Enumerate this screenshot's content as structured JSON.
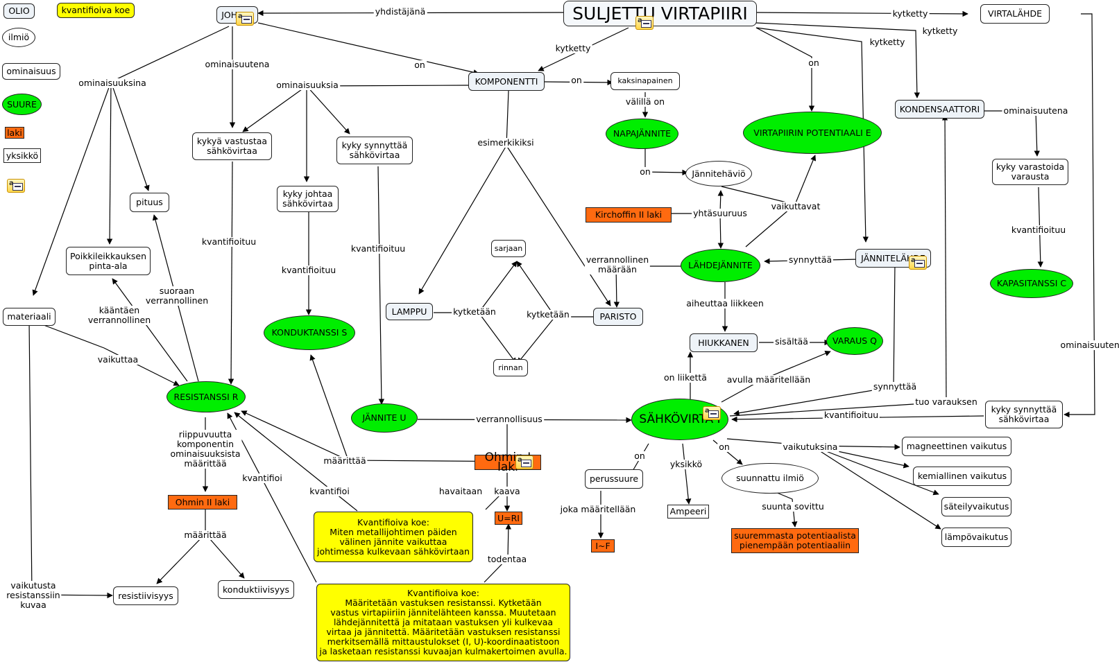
{
  "legend": {
    "olio": "OLIO",
    "ilmio": "ilmiö",
    "ominaisuus": "ominaisuus",
    "suure": "SUURE",
    "laki": "laki",
    "yksikko": "yksikkö",
    "koe": "kvantifioiva koe",
    "icon": "note-icon"
  },
  "colors": {
    "suure": "#00ee00",
    "laki": "#ff6a10",
    "koe": "#ffff00",
    "olio": "#eef3f8"
  },
  "nodes": {
    "suljettu_virtapiiri": "SULJETTU VIRTAPIIRI",
    "johdin": "JOHDIN",
    "komponentti": "KOMPONENTTI",
    "virtalahde": "VIRTALÄHDE",
    "kaksinapainen": "kaksinapainen",
    "napajannite": "NAPAJÄNNITE",
    "virtapiirin_potentiaali": "VIRTAPIIRIN POTENTIAALI E",
    "kondensaattori": "KONDENSAATTORI",
    "kyky_varastoida": "kyky varastoida\nvarausta",
    "kapasitanssi": "KAPASITANSSI C",
    "kyky_vastustaa": "kykyä vastustaa\nsähkövirtaa",
    "kyky_synnyttaa_1": "kyky synnyttää\nsähkövirtaa",
    "kyky_johtaa": "kyky johtaa\nsähkövirtaa",
    "pituus": "pituus",
    "poikkileikkaus": "Poikkileikkauksen\npinta-ala",
    "materiaali": "materiaali",
    "jannitehavio": "Jännitehäviö",
    "kirchhoff": "Kirchoffin II laki",
    "sarjaan": "sarjaan",
    "lamppu": "LAMPPU",
    "paristo": "PARISTO",
    "rinnan": "rinnan",
    "lahdejannite": "LÄHDEJÄNNITE",
    "jannitelahde": "JÄNNITELÄHDE",
    "konduktanssi": "KONDUKTANSSI S",
    "hiukkanen": "HIUKKANEN",
    "varaus": "VARAUS Q",
    "resistanssi": "RESISTANSSI R",
    "jannite": "JÄNNITE U",
    "sahkovirta": "SÄHKÖVIRTA I",
    "kyky_synnyttaa_2": "kyky synnyttää\nsähkövirtaa",
    "ohmin_i": "Ohmin I laki",
    "ohmin_ii": "Ohmin II laki",
    "uri": "U=RI",
    "perussuure": "perussuure",
    "ampeeri": "Ampeeri",
    "suunnattu": "suunnattu ilmiö",
    "suunta_teksti": "suuremmasta potentiaalista\npienempään potentiaaliin",
    "i_f": "I~F",
    "magneettinen": "magneettinen vaikutus",
    "kemiallinen": "kemiallinen vaikutus",
    "sateily": "säteilyvaikutus",
    "lampo": "lämpövaikutus",
    "resistiivisyys": "resistiivisyys",
    "konduktiivisyys": "konduktiivisyys",
    "koe1": "Kvantifioiva koe:\nMiten metallijohtimen päiden\nvälinen jännite vaikuttaa\njohtimessa kulkevaan sähkövirtaan",
    "koe2": "Kvantifioiva koe:\nMääritetään vastuksen resistanssi. Kytketään\nvastus virtapiiriin jännitelähteen kanssa. Muutetaan\nlähdejännitettä ja mitataan vastuksen yli kulkevaa\nvirtaa ja jännitettä. Määritetään vastuksen resistanssi\nmerkitsemällä mittaustulokset (I, U)-koordinaatistoon\nja lasketaan resistanssi kuvaajan kulmakertoimen avulla."
  },
  "labels": {
    "yhdistaja": "yhdistäjänä",
    "on_johdin": "on",
    "kytketty_komp": "kytketty",
    "kytketty_vl": "kytketty",
    "kytketty_kond": "kytketty",
    "kytketty_jl": "kytketty",
    "on_potentiaali": "on",
    "on_kaksinapainen": "on",
    "valilla_on": "välillä on",
    "on_jannitehavio": "on",
    "yhtasuuruus": "yhtäsuuruus",
    "vaikuttavat": "vaikuttavat",
    "ominaisuutena_kond": "ominaisuutena",
    "kvantifioituu_kond": "kvantifioituu",
    "ominaisuutena_vl": "ominaisuutena",
    "ominaisuuksina": "ominaisuuksina",
    "ominaisuutena_johdin": "ominaisuutena",
    "ominaisuuksia": "ominaisuuksia",
    "esimerkikiksi": "esimerkikiksi",
    "kvantifioituu_vast": "kvantifioituu",
    "kvantifioituu_synn": "kvantifioituu",
    "kvantifioituu_johtaa": "kvantifioituu",
    "kytketaan_1": "kytketään",
    "kytketaan_2": "kytketään",
    "verrannollinen_maaraan": "verrannollinen\nmäärään",
    "synnyttaa_1": "synnyttää",
    "aiheuttaa": "aiheuttaa liikkeen",
    "sisaltaa": "sisältää",
    "on_liiketta": "on liikettä",
    "avulla": "avulla määritellään",
    "synnyttaa_2": "synnyttää",
    "tuo_varauksen": "tuo varauksen",
    "kvantifioituu_virta": "kvantifioituu",
    "verrannollisuus": "verrannollisuus",
    "suoraan": "suoraan\nverrannollinen",
    "kaantaen": "kääntäen\nverrannollinen",
    "vaikuttaa": "vaikuttaa",
    "riippuvuutta": "riippuvuutta\nkomponentin\nominaisuuksista\nmäärittää",
    "maarittaa_1": "määrittää",
    "maarittaa_2": "määrittää",
    "kvantifioi_1": "kvantifioi",
    "kvantifioi_2": "kvantifioi",
    "havaitaan": "havaitaan",
    "kaava": "kaava",
    "todentaa": "todentaa",
    "vaikutusta": "vaikutusta\nresistanssiin\nkuvaa",
    "on_perussuure": "on",
    "joka_maaritellaan": "joka määritellään",
    "yksikko": "yksikkö",
    "on_suunnattu": "on",
    "suunta_sovittu": "suunta sovittu",
    "vaikutuksina": "vaikutuksina"
  }
}
